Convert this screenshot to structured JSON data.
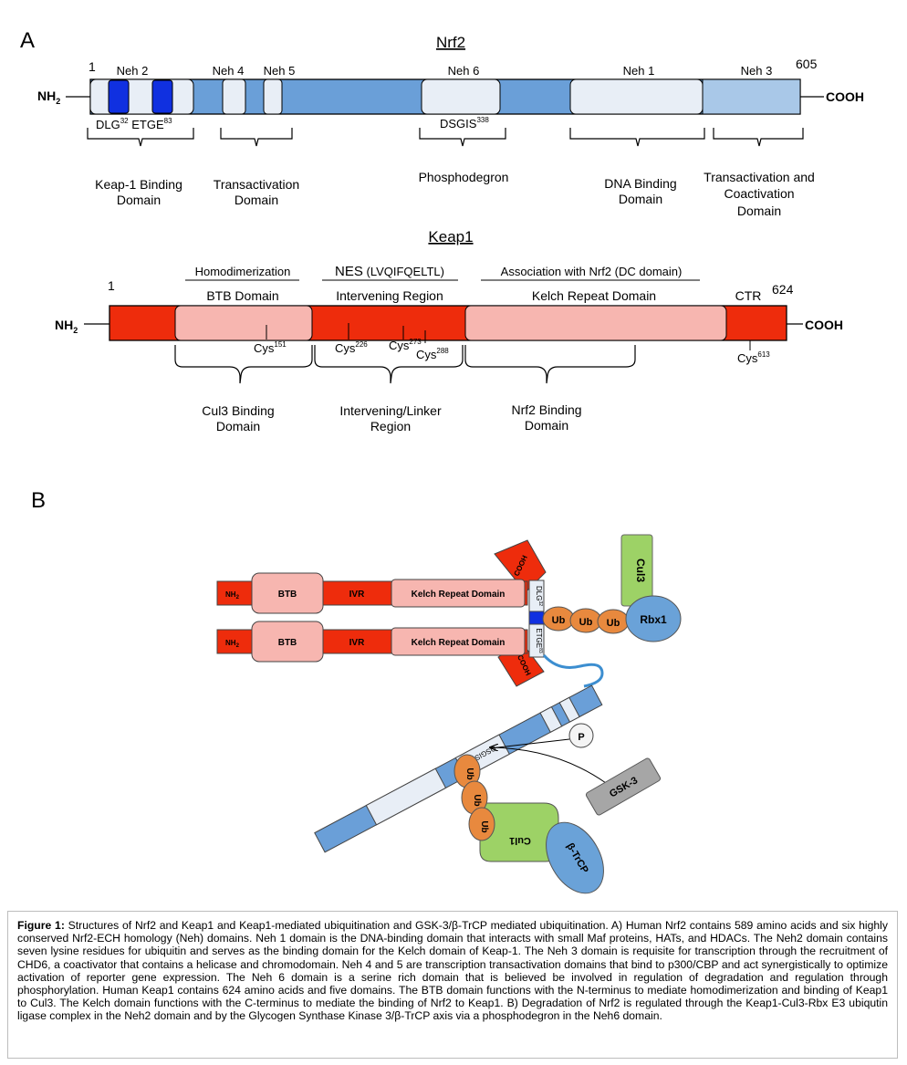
{
  "panel_a": {
    "label": "A",
    "nrf2": {
      "title": "Nrf2",
      "nh2": "NH",
      "nh2_sub": "2",
      "cooh": "COOH",
      "start": "1",
      "end": "605",
      "domains": {
        "neh2": "Neh 2",
        "neh4": "Neh 4",
        "neh5": "Neh 5",
        "neh6": "Neh 6",
        "neh1": "Neh 1",
        "neh3": "Neh 3"
      },
      "motifs": {
        "dlg": "DLG",
        "dlg_sup": "32",
        "etge": "ETGE",
        "etge_sup": "83",
        "dsgis": "DSGIS",
        "dsgis_sup": "338"
      },
      "functions": {
        "keap_binding_1": "Keap-1 Binding",
        "keap_binding_2": "Domain",
        "transactivation_1": "Transactivation",
        "transactivation_2": "Domain",
        "phosphodegron": "Phosphodegron",
        "dna_binding_1": "DNA Binding",
        "dna_binding_2": "Domain",
        "transcoact_1": "Transactivation and",
        "transcoact_2": "Coactivation",
        "transcoact_3": "Domain"
      }
    },
    "keap1": {
      "title": "Keap1",
      "nh2": "NH",
      "nh2_sub": "2",
      "cooh": "COOH",
      "start": "1",
      "end": "624",
      "headers": {
        "homodimerization": "Homodimerization",
        "nes": "NES",
        "nes_seq": " (LVQIFQELTL)",
        "association": "Association with Nrf2 (DC domain)"
      },
      "regions": {
        "btb": "BTB Domain",
        "intervening": "Intervening Region",
        "kelch": "Kelch Repeat Domain",
        "ctr": "CTR"
      },
      "cysteines": {
        "cys151": "Cys",
        "cys151_sup": "151",
        "cys226": "Cys",
        "cys226_sup": "226",
        "cys273": "Cys",
        "cys273_sup": "273",
        "cys288": "Cys",
        "cys288_sup": "288",
        "cys613": "Cys",
        "cys613_sup": "613"
      },
      "functions": {
        "cul3_1": "Cul3 Binding",
        "cul3_2": "Domain",
        "linker_1": "Intervening/Linker",
        "linker_2": "Region",
        "nrf2bind_1": "Nrf2 Binding",
        "nrf2bind_2": "Domain"
      }
    }
  },
  "panel_b": {
    "label": "B",
    "keap_dimer": {
      "nh2": "NH",
      "nh2_sub": "2",
      "btb": "BTB",
      "ivr": "IVR",
      "kelch": "Kelch Repeat Domain",
      "cooh": "COOH"
    },
    "nrf2_bound": {
      "dlg": "DLG",
      "dlg_sup": "32",
      "etge": "ETGE",
      "etge_sup": "83"
    },
    "ubiquitin": "Ub",
    "cul3": "Cul3",
    "rbx1": "Rbx1",
    "phospho": "P",
    "gsk3": "GSK-3",
    "dsgis": "DSGIS",
    "dsgis_sup": "338",
    "cul1": "Cul1",
    "btrcp": "β-TrCP"
  },
  "colors": {
    "neh2_motif_blue": "#1030e0",
    "nrf2_body_blue": "#6a9fd8",
    "nrf2_light_domain": "#e8eef6",
    "neh3_light_blue": "#a9c8e8",
    "keap1_red": "#ee2c0c",
    "keap1_pink": "#f7b6b0",
    "ub_orange": "#e8893e",
    "cul_green": "#9dd266",
    "rbx_blue": "#6aa2d8",
    "gsk_gray": "#a6a6a6"
  },
  "caption": {
    "figure_label": "Figure 1:",
    "text": " Structures of Nrf2 and Keap1 and Keap1-mediated ubiquitination and GSK-3/β-TrCP mediated ubiquitination. A) Human Nrf2 contains 589 amino acids and six highly conserved Nrf2-ECH homology (Neh) domains. Neh 1 domain is the DNA-binding domain that interacts with small Maf proteins, HATs, and HDACs. The Neh2 domain contains seven lysine residues for ubiquitin and serves as the binding domain for the Kelch domain of Keap-1. The Neh 3 domain is requisite for transcription through the recruitment of CHD6, a coactivator that contains a helicase and chromodomain. Neh 4 and 5 are transcription transactivation domains that bind to p300/CBP and act synergistically to optimize activation of reporter gene expression.  The Neh 6 domain is a serine rich domain that is believed be involved in regulation of degradation and regulation through phosphorylation. Human Keap1 contains 624 amino acids and five domains. The BTB domain functions with the N-terminus to mediate homodimerization and binding of Keap1 to Cul3. The Kelch domain functions with the C-terminus to mediate the binding of Nrf2 to Keap1. B) Degradation of Nrf2 is regulated through the Keap1-Cul3-Rbx E3 ubiqutin ligase complex in the Neh2 domain and by the Glycogen Synthase Kinase 3/β-TrCP axis via a phosphodegron in the Neh6 domain."
  }
}
